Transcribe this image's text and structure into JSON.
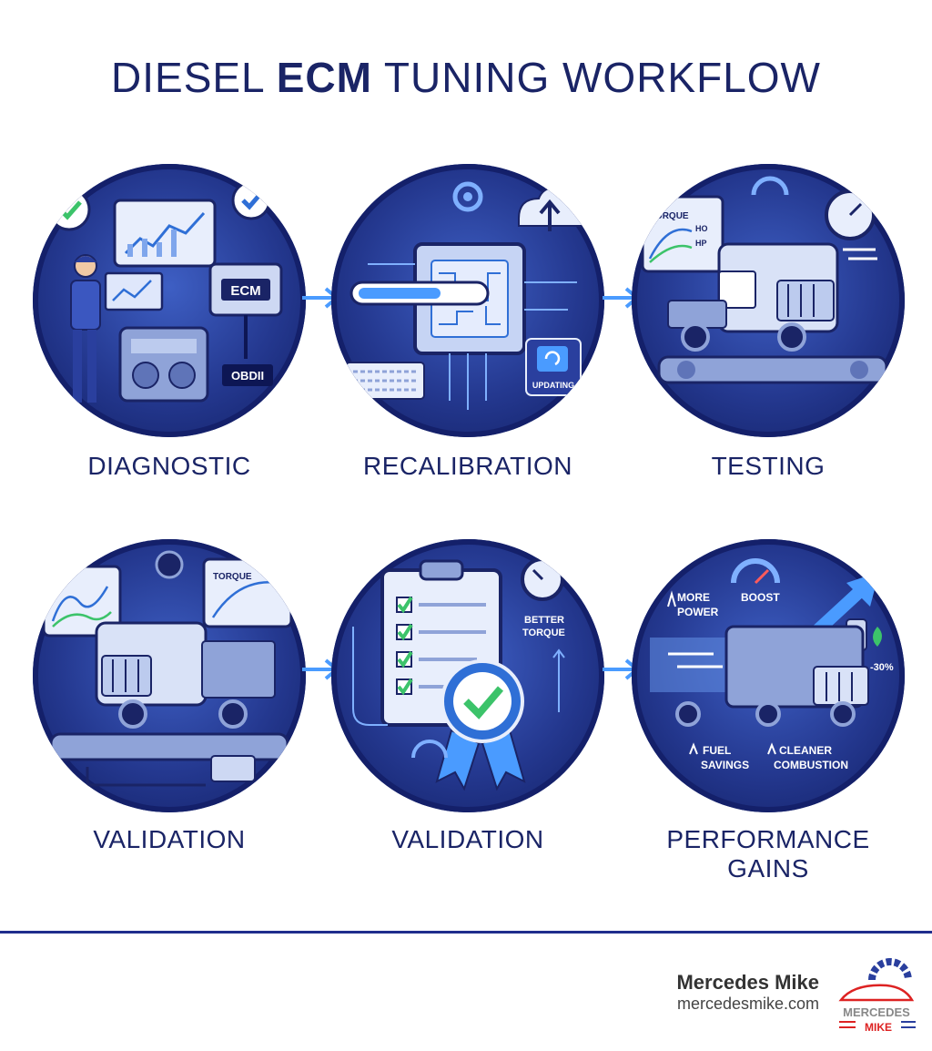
{
  "title": {
    "prefix": "DIESEL ",
    "bold": "ECM",
    "suffix": " TUNING WORKFLOW"
  },
  "stages": [
    {
      "label": "DIAGNOSTIC",
      "tags": [
        "ECM",
        "OBDII"
      ]
    },
    {
      "label": "RECALIBRATION",
      "tags": [
        "UPDATING"
      ]
    },
    {
      "label": "TESTING",
      "tags": [
        "TORQUE",
        "HO",
        "HP"
      ]
    },
    {
      "label": "VALIDATION",
      "tags": [
        "TORQUE"
      ]
    },
    {
      "label": "VALIDATION",
      "tags": [
        "BETTER",
        "TORQUE"
      ]
    },
    {
      "label_line1": "PERFORMANCE",
      "label_line2": "GAINS",
      "tags": [
        "MORE",
        "POWER",
        "BOOST",
        "-30%",
        "FUEL",
        "SAVINGS",
        "CLEANER",
        "COMBUSTION"
      ]
    }
  ],
  "brand": {
    "name": "Mercedes Mike",
    "url": "mercedesmike.com",
    "logo_top": "MERCEDES",
    "logo_bottom": "MIKE"
  },
  "colors": {
    "navy": "#1a2466",
    "circle": "#24388f",
    "accent": "#4a9bff",
    "check": "#3cc36a"
  }
}
